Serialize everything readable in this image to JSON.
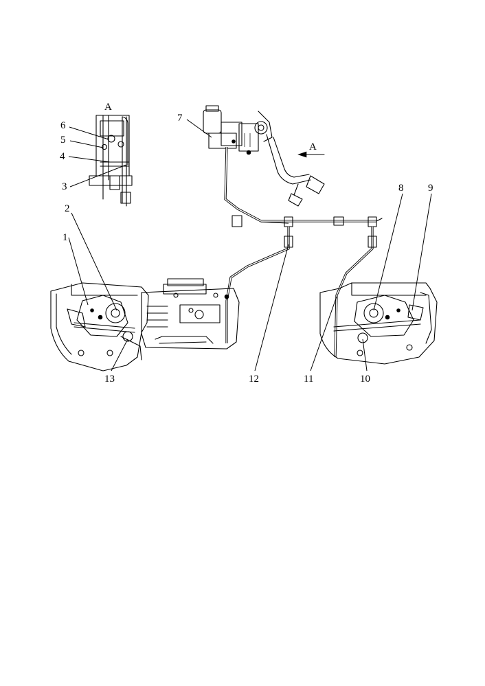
{
  "view_label": "A",
  "arrow_label": "A",
  "callouts": {
    "c1": "1",
    "c2": "2",
    "c3": "3",
    "c4": "4",
    "c5": "5",
    "c6": "6",
    "c7": "7",
    "c8": "8",
    "c9": "9",
    "c10": "10",
    "c11": "11",
    "c12": "12",
    "c13": "13"
  }
}
